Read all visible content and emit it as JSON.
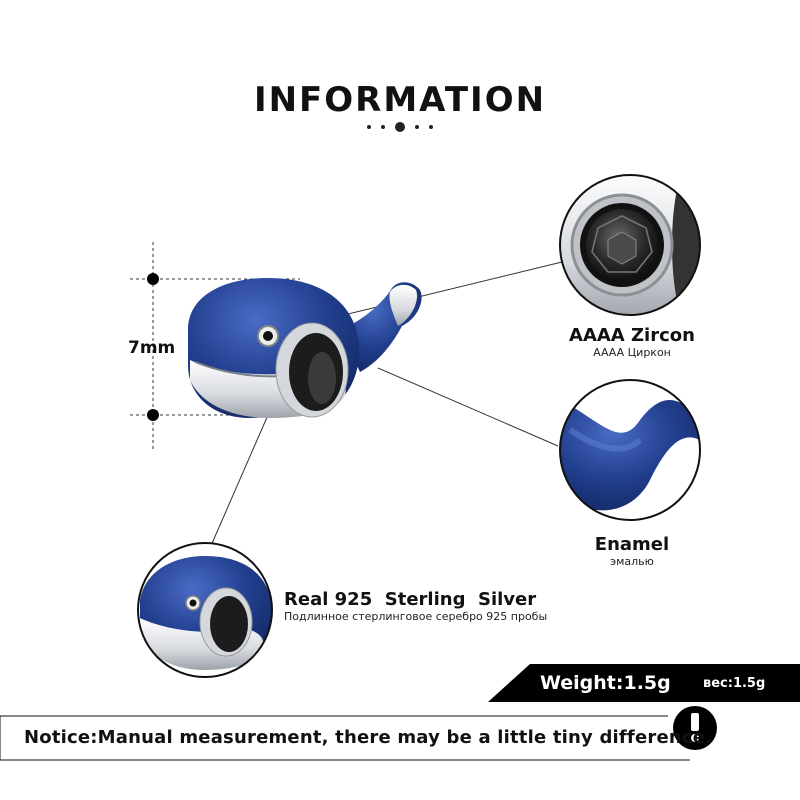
{
  "header": {
    "title": "INFORMATION"
  },
  "dimension": {
    "label": "7mm"
  },
  "features": {
    "zircon": {
      "label": "AAAA Zircon",
      "sublabel": "AAAA Циркон"
    },
    "enamel": {
      "label": "Enamel",
      "sublabel": "эмалью"
    },
    "silver": {
      "label": "Real 925  Sterling  Silver",
      "sublabel": "Подлинное стерлинговое серебро 925 пробы"
    }
  },
  "weight": {
    "label": "Weight:1.5g",
    "label_ru": "вес:1.5g"
  },
  "notice": {
    "text": "Notice:Manual measurement, there may be a little tiny difference.",
    "icon": "exclamation-icon"
  },
  "colors": {
    "enamel_blue": "#223f8f",
    "silver": "#d9dce0",
    "black": "#000000"
  }
}
